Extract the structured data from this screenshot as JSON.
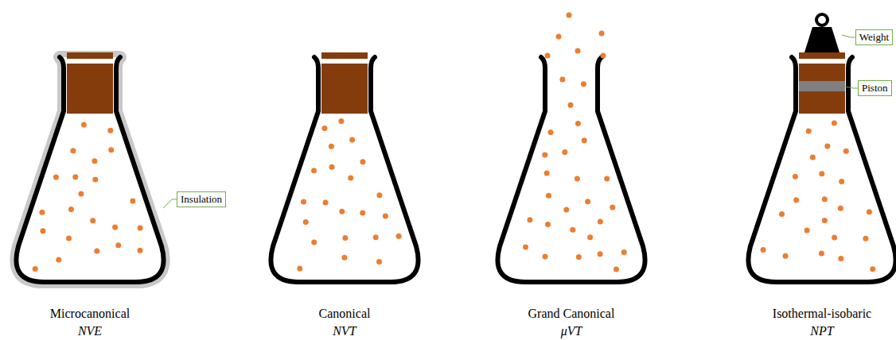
{
  "diagram": {
    "nodes": [
      {
        "text": [
          "Insulation"
        ]
      },
      {
        "text": [
          "Weight"
        ]
      },
      {
        "text": [
          "Piston"
        ]
      }
    ],
    "labels": [
      "Microcanonical",
      "NVE",
      "Canonical",
      "NVT",
      "Grand Canonical",
      "μVT",
      "Isothermal-isobaric",
      "NPT"
    ]
  }
}
